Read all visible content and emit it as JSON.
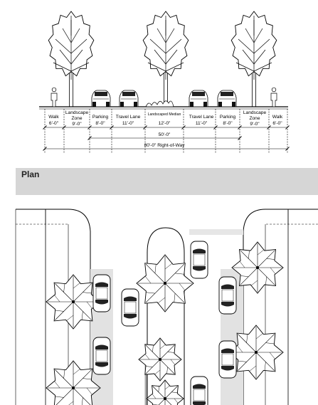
{
  "section": {
    "zones": [
      {
        "label": "Walk",
        "dim": "6'-0\""
      },
      {
        "label": "Landscape Zone",
        "dim": "9'-0\""
      },
      {
        "label": "Parking",
        "dim": "8'-0\""
      },
      {
        "label": "Travel Lane",
        "dim": "11'-0\""
      },
      {
        "label": "Landscaped Median",
        "dim": "12'-0\""
      },
      {
        "label": "Travel Lane",
        "dim": "11'-0\""
      },
      {
        "label": "Parking",
        "dim": "8'-0\""
      },
      {
        "label": "Landscape Zone",
        "dim": "9'-0\""
      },
      {
        "label": "Walk",
        "dim": "6'-0\""
      }
    ],
    "curb_to_curb": "50'-0\"",
    "right_of_way": "80'-0\"  Right-of-Way"
  },
  "plan": {
    "title": "Plan"
  }
}
